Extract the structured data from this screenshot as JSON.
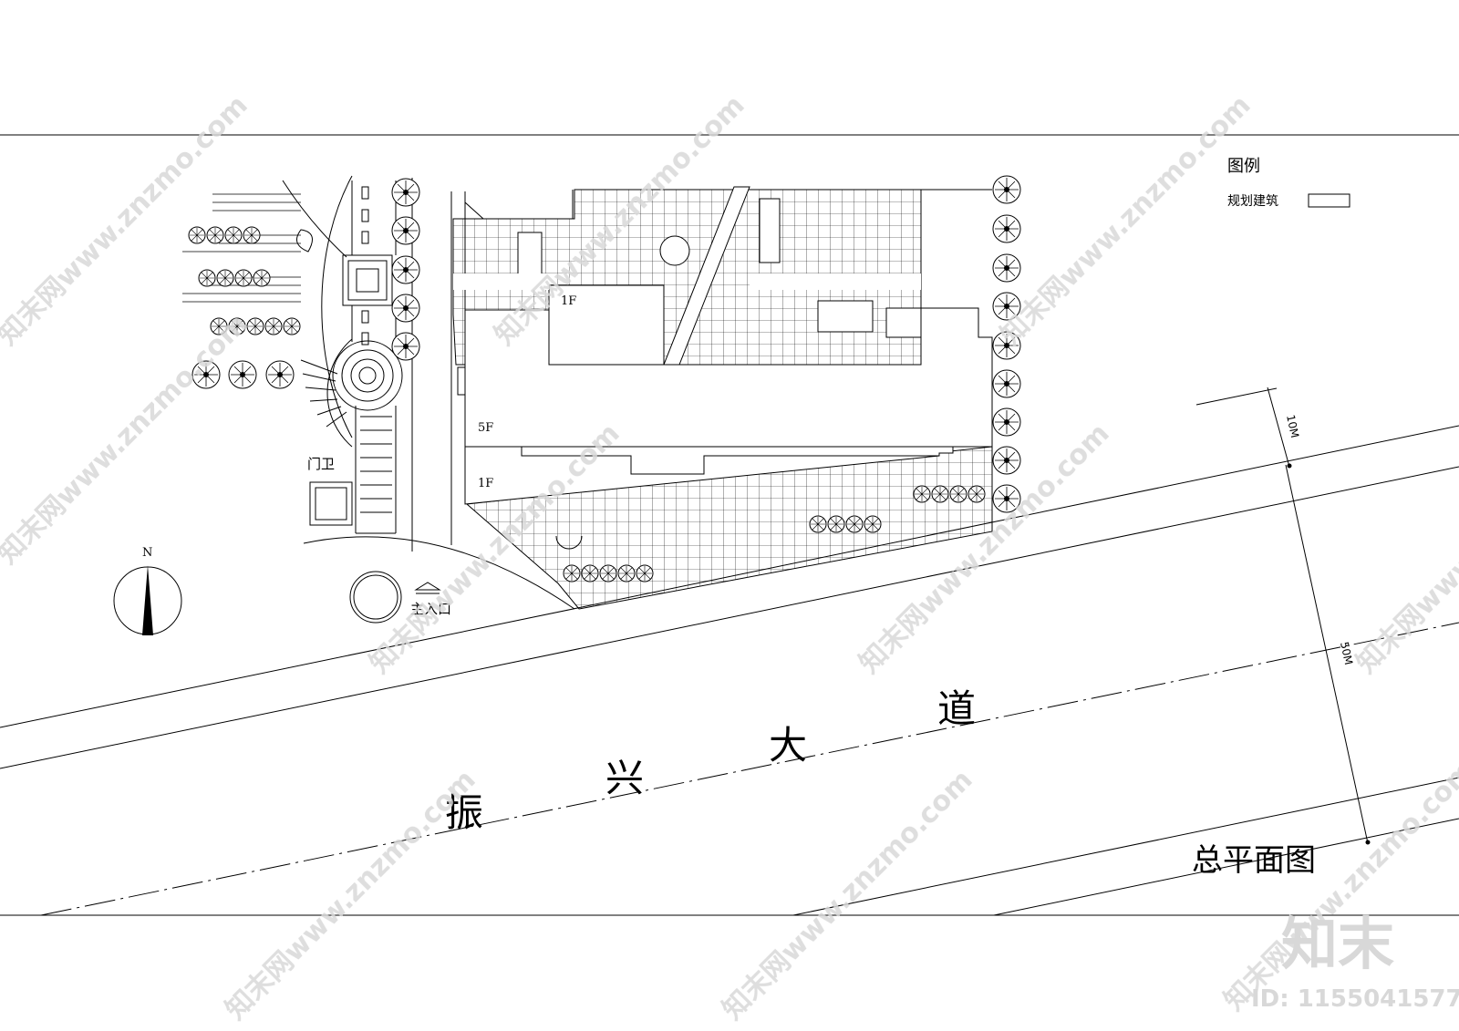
{
  "drawing": {
    "title": "总平面图",
    "legend": {
      "heading": "图例",
      "items": [
        {
          "label": "规划建筑"
        }
      ]
    },
    "north_label": "N",
    "road_chars": [
      "振",
      "兴",
      "大",
      "道"
    ],
    "floors": {
      "upper": "1F",
      "main": "5F",
      "lower": "1F"
    },
    "guard_house": "门卫",
    "main_entrance": "主入口",
    "dimensions": {
      "setback": "10M",
      "road_width": "50M"
    }
  },
  "watermark": {
    "site_text": "知末网www.znzmo.com",
    "brand": "知末",
    "id_text": "ID: 1155041577"
  }
}
